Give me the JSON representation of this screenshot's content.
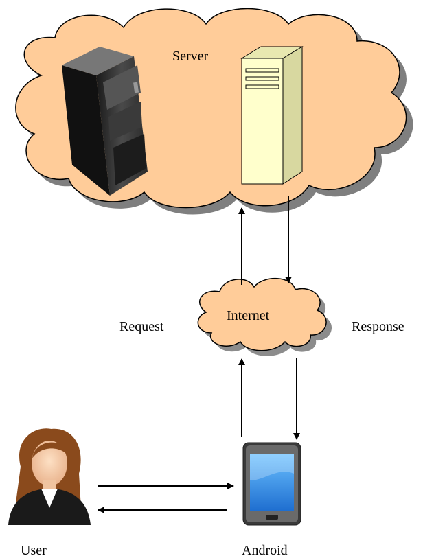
{
  "labels": {
    "server": "Server",
    "internet": "Internet",
    "request": "Request",
    "response": "Response",
    "user": "User",
    "android": "Android"
  },
  "colors": {
    "cloud_fill": "#FFCC99",
    "cloud_stroke": "#000000",
    "shadow": "#7f7f7f",
    "server_tower_fill": "#FFFFCC",
    "dark_server": "#2b2b2b",
    "phone_screen": "#2f8fe6",
    "arrow": "#000000"
  },
  "icons": [
    "dark-server-tower-icon",
    "light-server-tower-icon",
    "user-avatar-icon",
    "android-phone-icon"
  ]
}
